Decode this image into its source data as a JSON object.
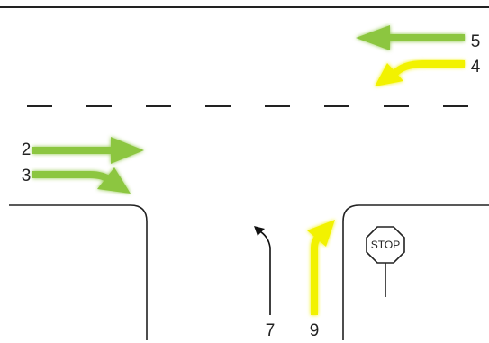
{
  "diagram": {
    "movements": [
      {
        "id": "5",
        "label": "5",
        "maneuver": "westbound-through",
        "color": "#8cc63f"
      },
      {
        "id": "4",
        "label": "4",
        "maneuver": "westbound-left",
        "color": "#f2f200"
      },
      {
        "id": "2",
        "label": "2",
        "maneuver": "eastbound-through",
        "color": "#8cc63f"
      },
      {
        "id": "3",
        "label": "3",
        "maneuver": "eastbound-right",
        "color": "#8cc63f"
      },
      {
        "id": "7",
        "label": "7",
        "maneuver": "northbound-left",
        "color": "#111111"
      },
      {
        "id": "9",
        "label": "9",
        "maneuver": "northbound-right",
        "color": "#f2f200"
      }
    ],
    "stop_sign": {
      "text": "STOP"
    },
    "colors": {
      "road_edge": "#222222",
      "lane_divider": "#222222",
      "green_movement": "#8cc63f",
      "yellow_movement": "#f2f200"
    }
  }
}
